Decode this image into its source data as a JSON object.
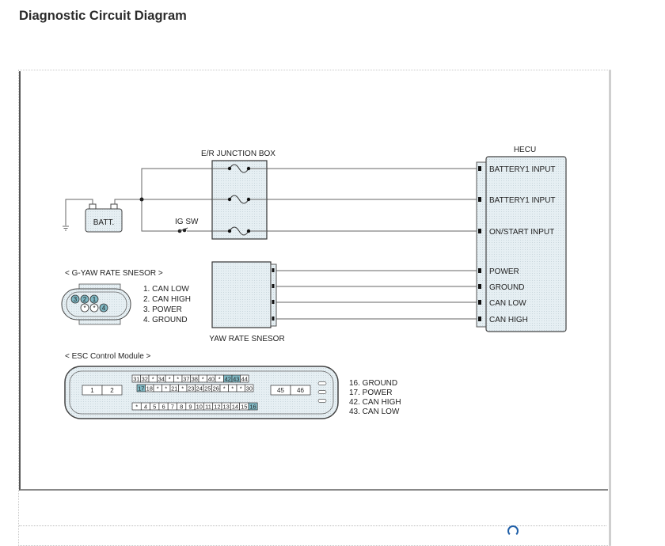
{
  "page": {
    "title": "Diagnostic Circuit Diagram"
  },
  "colors": {
    "component_fill": "#e4eef2",
    "highlight_pin": "#7fb8c4",
    "wire": "#666666",
    "text": "#222222"
  },
  "diagram": {
    "junction_box": {
      "label": "E/R JUNCTION BOX",
      "fuses": 3
    },
    "battery": {
      "label": "BATT."
    },
    "ig_switch": {
      "label": "IG SW"
    },
    "hecu": {
      "label": "HECU",
      "pins": [
        "BATTERY1 INPUT",
        "BATTERY1 INPUT",
        "ON/START INPUT",
        "POWER",
        "GROUND",
        "CAN LOW",
        "CAN HIGH"
      ]
    },
    "yaw_sensor": {
      "label": "YAW RATE SNESOR"
    },
    "g_yaw_connector": {
      "title": "< G-YAW RATE SNESOR >",
      "top_pins": [
        "3",
        "2",
        "1"
      ],
      "bottom_pins": [
        "*",
        "*",
        "4"
      ],
      "legend": [
        "1. CAN LOW",
        "2. CAN HIGH",
        "3. POWER",
        "4. GROUND"
      ]
    },
    "esc_module": {
      "title": "< ESC Control Module >",
      "left_pins": [
        "1",
        "2"
      ],
      "right_pins": [
        "45",
        "46"
      ],
      "row1": [
        "31",
        "32",
        "*",
        "34",
        "*",
        "*",
        "37",
        "38",
        "*",
        "40",
        "*",
        "42",
        "43",
        "44"
      ],
      "row2": [
        "17",
        "18",
        "*",
        "*",
        "21",
        "*",
        "23",
        "24",
        "25",
        "26",
        "*",
        "*",
        "*",
        "30"
      ],
      "row3": [
        "*",
        "4",
        "5",
        "6",
        "7",
        "8",
        "9",
        "10",
        "11",
        "12",
        "13",
        "14",
        "15",
        "16"
      ],
      "highlighted": [
        "16",
        "17",
        "42",
        "43"
      ],
      "legend": [
        "16. GROUND",
        "17. POWER",
        "42. CAN HIGH",
        "43. CAN LOW"
      ]
    }
  }
}
